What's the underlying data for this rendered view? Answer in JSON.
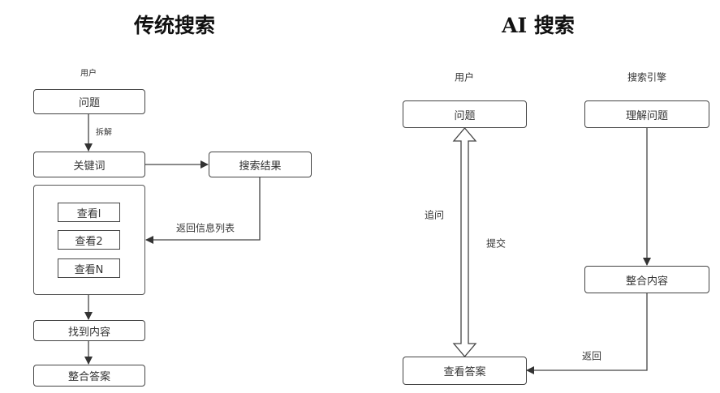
{
  "left": {
    "title": "传统搜索",
    "actor_label": "用户",
    "nodes": {
      "question": "问题",
      "keywords": "关键词",
      "search_results": "搜索结果",
      "view_1": "查看l",
      "view_2": "查看2",
      "view_n": "查看N",
      "find_content": "找到内容",
      "integrate_answer": "整合答案"
    },
    "edge_labels": {
      "decompose": "拆解",
      "return_list": "返回信息列表"
    }
  },
  "right": {
    "title": "AI 搜索",
    "actor_user": "用户",
    "actor_engine": "搜索引擎",
    "nodes": {
      "question": "问题",
      "understand_question": "理解问题",
      "integrate_content": "整合内容",
      "view_answer": "查看答案"
    },
    "edge_labels": {
      "follow_up": "追问",
      "submit": "提交",
      "return": "返回"
    }
  },
  "colors": {
    "stroke": "#444444",
    "text": "#333333",
    "title": "#111111"
  }
}
